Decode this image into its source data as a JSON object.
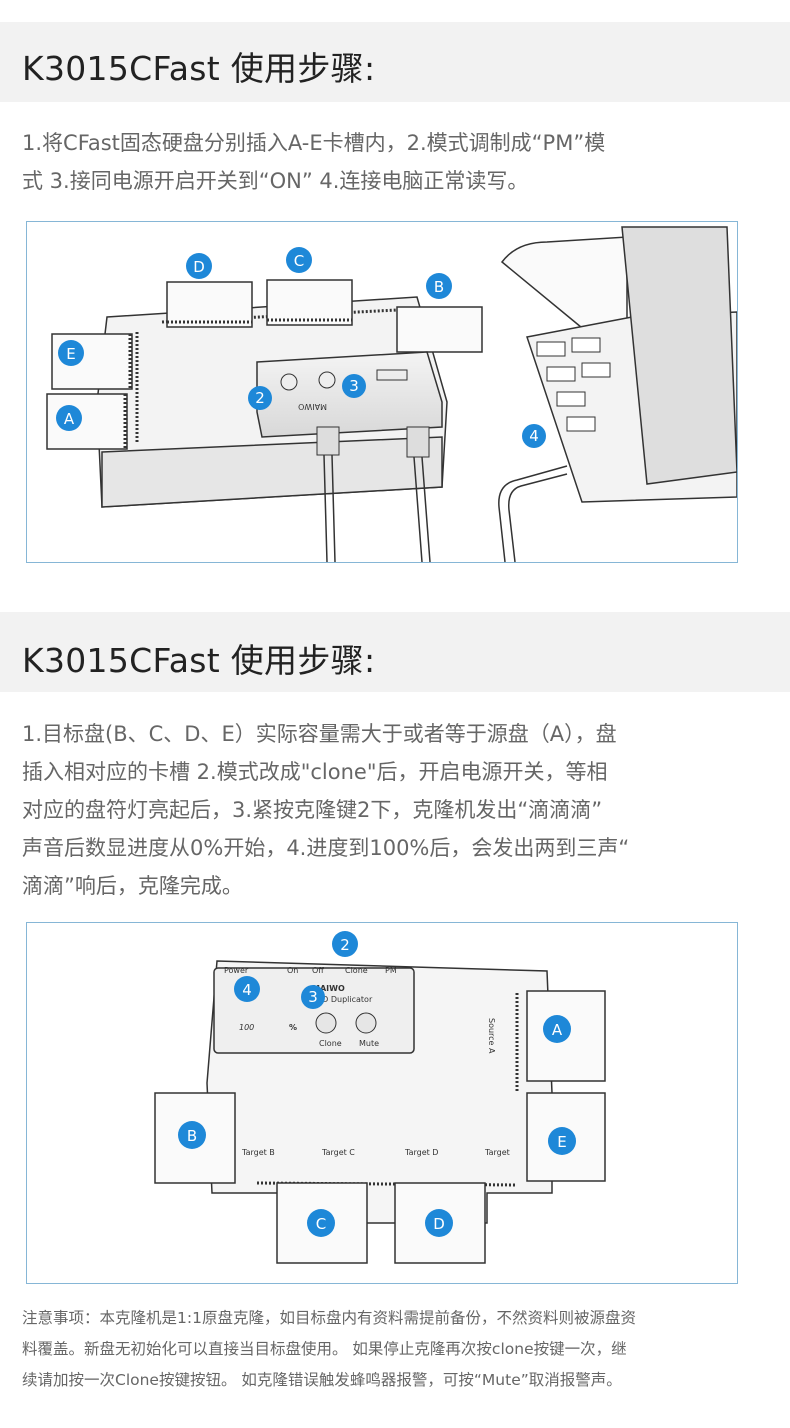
{
  "section1": {
    "title": "K3015CFast 使用步骤:",
    "text": "1.将CFast固态硬盘分别插入A-E卡槽内，2.模式调制成“PM”模\n式  3.接同电源开启开关到“ON”  4.连接电脑正常读写。"
  },
  "section2": {
    "title": "K3015CFast 使用步骤:",
    "text": "1.目标盘(B、C、D、E）实际容量需大于或者等于源盘（A），盘\n插入相对应的卡槽   2.模式改成\"clone\"后，开启电源开关，等相\n对应的盘符灯亮起后，3.紧按克隆键2下，克隆机发出“滴滴滴”\n声音后数显进度从0%开始，4.进度到100%后，会发出两到三声“\n滴滴”响后，克隆完成。"
  },
  "note": {
    "text": "注意事项：本克隆机是1:1原盘克隆，如目标盘内有资料需提前备份，不然资料则被源盘资\n料覆盖。新盘无初始化可以直接当目标盘使用。 如果停止克隆再次按clone按键一次，继\n续请加按一次Clone按键按钮。 如克隆错误触发蜂鸣器报警，可按“Mute”取消报警声。"
  },
  "figure1": {
    "badges": {
      "d": "D",
      "c": "C",
      "b": "B",
      "e": "E",
      "a": "A",
      "step2": "2",
      "step3": "3",
      "step4": "4"
    },
    "brand": "MAIWO",
    "accent_color": "#1e88d8"
  },
  "figure2": {
    "badges": {
      "step2": "2",
      "step4": "4",
      "step3": "3",
      "a": "A",
      "b": "B",
      "e": "E",
      "c": "C",
      "d": "D"
    },
    "brand": "MAIWO",
    "device_label": "SSD Duplicator",
    "display": "100",
    "percent": "%",
    "clone_label": "Clone",
    "mute_label": "Mute",
    "power_label": "Power",
    "on_label": "On",
    "off_label": "Off",
    "clone_mode_label": "Clone",
    "pm_label": "PM",
    "target_b": "Target B",
    "target_c": "Target C",
    "target_d": "Target D",
    "target_e": "Target",
    "source_a": "Source A",
    "accent_color": "#1e88d8"
  }
}
